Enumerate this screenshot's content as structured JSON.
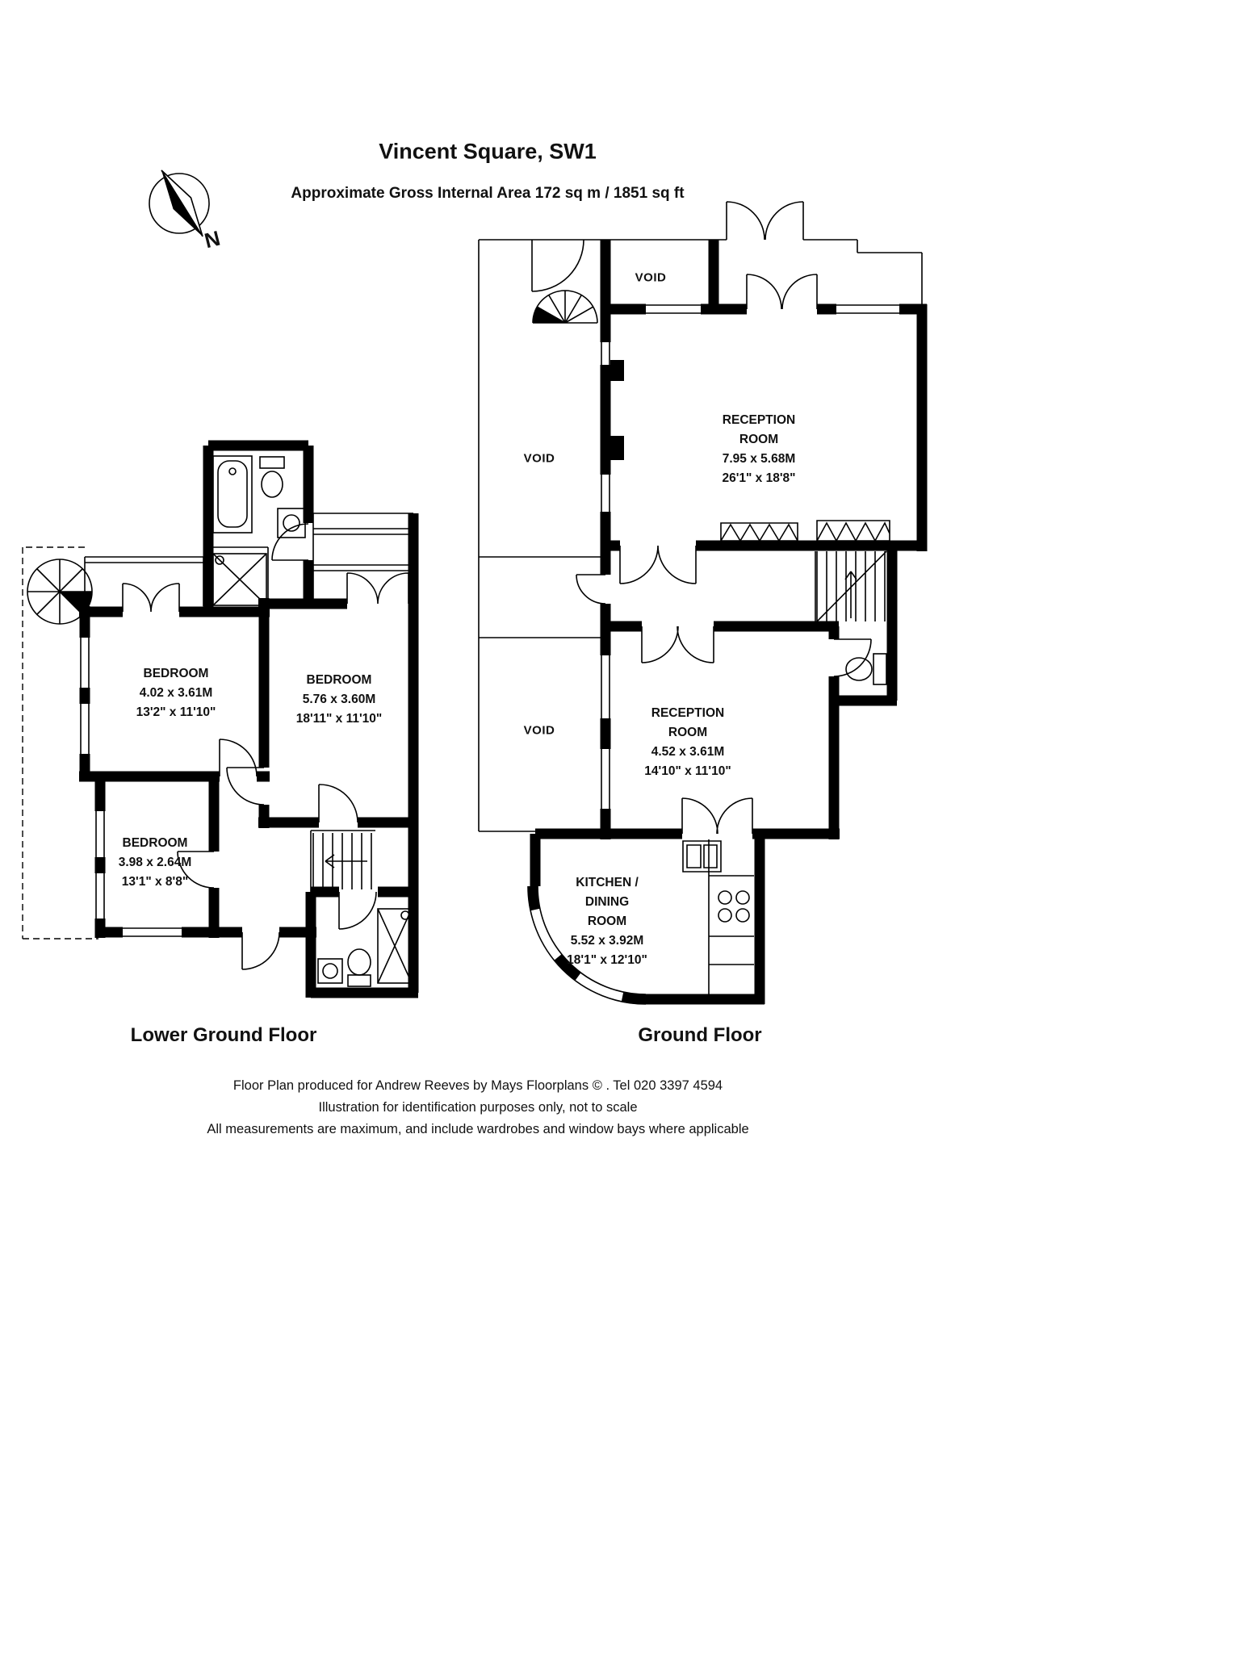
{
  "header": {
    "title": "Vincent Square, SW1",
    "subtitle": "Approximate Gross Internal Area 172 sq m / 1851 sq ft"
  },
  "compass": {
    "north_label": "N"
  },
  "ground_floor": {
    "label": "Ground Floor",
    "voids": {
      "top": "VOID",
      "middle": "VOID",
      "lower": "VOID"
    },
    "reception_large": {
      "name_line1": "RECEPTION",
      "name_line2": "ROOM",
      "metric": "7.95 x 5.68M",
      "imperial": "26'1\" x 18'8\""
    },
    "reception_small": {
      "name_line1": "RECEPTION",
      "name_line2": "ROOM",
      "metric": "4.52 x 3.61M",
      "imperial": "14'10\" x 11'10\""
    },
    "kitchen": {
      "name_line1": "KITCHEN /",
      "name_line2": "DINING",
      "name_line3": "ROOM",
      "metric": "5.52 x 3.92M",
      "imperial": "18'1\" x 12'10\""
    }
  },
  "lower_ground_floor": {
    "label": "Lower Ground Floor",
    "bedroom_left": {
      "name": "BEDROOM",
      "metric": "4.02 x 3.61M",
      "imperial": "13'2\" x 11'10\""
    },
    "bedroom_right": {
      "name": "BEDROOM",
      "metric": "5.76 x 3.60M",
      "imperial": "18'11\" x 11'10\""
    },
    "bedroom_small": {
      "name": "BEDROOM",
      "metric": "3.98 x 2.64M",
      "imperial": "13'1\" x 8'8\""
    }
  },
  "footer": {
    "line1": "Floor Plan produced for Andrew Reeves by Mays Floorplans © . Tel 020 3397 4594",
    "line2": "Illustration for identification purposes only, not to scale",
    "line3": "All measurements are maximum, and include wardrobes and window bays where applicable"
  }
}
